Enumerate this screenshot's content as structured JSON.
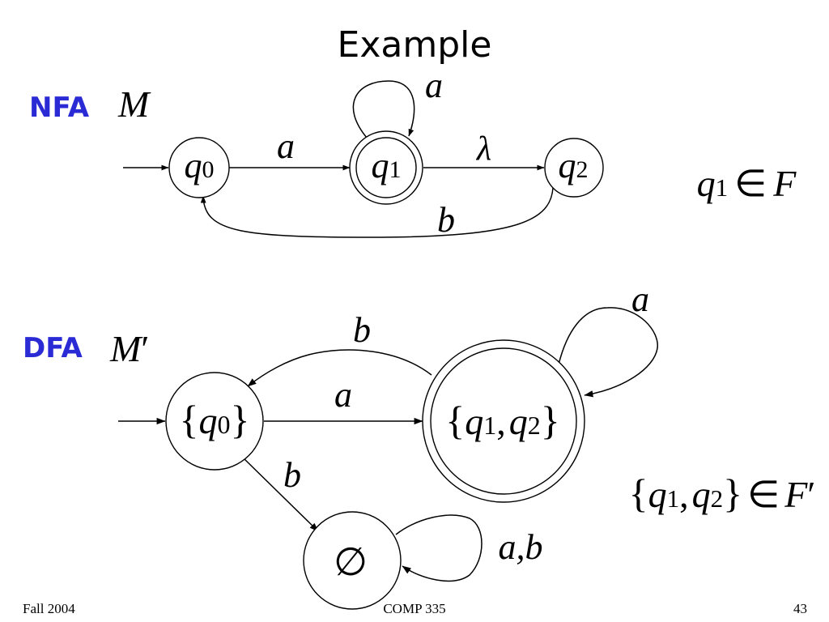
{
  "slide": {
    "title": "Example",
    "accent_color": "#2b2bd6",
    "footer": {
      "left": "Fall 2004",
      "center": "COMP 335",
      "right": "43"
    }
  },
  "nfa": {
    "label": "NFA",
    "machine": "M",
    "states": {
      "q0": "q",
      "q0_sub": "0",
      "q1": "q",
      "q1_sub": "1",
      "q2": "q",
      "q2_sub": "2"
    },
    "transitions": {
      "q0_q1": "a",
      "q1_loop": "a",
      "q1_q2": "λ",
      "q2_q0": "b"
    },
    "accept": {
      "state": "q",
      "state_sub": "1",
      "relation": "∈",
      "set": "F"
    }
  },
  "dfa": {
    "label": "DFA",
    "machine": "M",
    "prime": "′",
    "states": {
      "s0": {
        "lbrace": "{",
        "q": "q",
        "sub": "0",
        "rbrace": "}"
      },
      "s12": {
        "lbrace": "{",
        "qa": "q",
        "suba": "1",
        "comma": ",",
        "qb": "q",
        "subb": "2",
        "rbrace": "}"
      },
      "empty": "∅"
    },
    "transitions": {
      "s0_s12": "a",
      "s12_s0": "b",
      "s12_loop": "a",
      "s0_empty": "b",
      "empty_loop": "a,b"
    },
    "accept": {
      "lbrace": "{",
      "qa": "q",
      "suba": "1",
      "comma": ",",
      "qb": "q",
      "subb": "2",
      "rbrace": "}",
      "relation": "∈",
      "set": "F",
      "prime": "′"
    }
  }
}
